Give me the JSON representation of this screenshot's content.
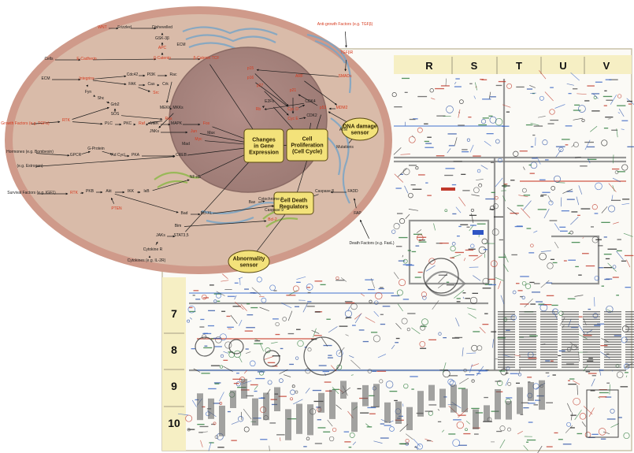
{
  "poster": {
    "column_labels": [
      "R",
      "S",
      "T",
      "U",
      "V"
    ],
    "row_labels": [
      "7",
      "8",
      "9",
      "10"
    ]
  },
  "cell": {
    "nodes": [
      {
        "id": "wnt",
        "label": "WNT",
        "color": "red"
      },
      {
        "id": "frizzled",
        "label": "Frizzled",
        "color": "black"
      },
      {
        "id": "dishevelled",
        "label": "Dishevelled",
        "color": "black"
      },
      {
        "id": "gsk3b",
        "label": "GSK-3β",
        "color": "black"
      },
      {
        "id": "apc",
        "label": "APC",
        "color": "red"
      },
      {
        "id": "bcat1",
        "label": "β-Catenin",
        "color": "red"
      },
      {
        "id": "bcat2",
        "label": "β-Catenin:TCF",
        "color": "red"
      },
      {
        "id": "ecm1",
        "label": "ECM",
        "color": "black"
      },
      {
        "id": "cells",
        "label": "Cells",
        "color": "black"
      },
      {
        "id": "ecad",
        "label": "E-Cadherin",
        "color": "red"
      },
      {
        "id": "ecm",
        "label": "ECM",
        "color": "black"
      },
      {
        "id": "integrins",
        "label": "Integrins",
        "color": "red"
      },
      {
        "id": "cdc42",
        "label": "Cdc42",
        "color": "black"
      },
      {
        "id": "pi3k",
        "label": "PI3K",
        "color": "black"
      },
      {
        "id": "rac",
        "label": "Rac",
        "color": "black"
      },
      {
        "id": "fak",
        "label": "FAK",
        "color": "black"
      },
      {
        "id": "cas",
        "label": "Cas",
        "color": "black"
      },
      {
        "id": "crk",
        "label": "Crk",
        "color": "black"
      },
      {
        "id": "src",
        "label": "Src",
        "color": "red"
      },
      {
        "id": "fyn",
        "label": "Fyn",
        "color": "black"
      },
      {
        "id": "shc",
        "label": "Shc",
        "color": "black"
      },
      {
        "id": "grb2",
        "label": "Grb2",
        "color": "black"
      },
      {
        "id": "sos",
        "label": "SOS",
        "color": "black"
      },
      {
        "id": "ras",
        "label": "Ras",
        "color": "red"
      },
      {
        "id": "rtk",
        "label": "RTK",
        "color": "red"
      },
      {
        "id": "plc",
        "label": "PLC",
        "color": "black"
      },
      {
        "id": "pkc",
        "label": "PKC",
        "color": "black"
      },
      {
        "id": "raf",
        "label": "Raf",
        "color": "red"
      },
      {
        "id": "mek",
        "label": "MEK",
        "color": "black"
      },
      {
        "id": "mapk",
        "label": "MAPK",
        "color": "black"
      },
      {
        "id": "mekk",
        "label": "MEKK",
        "color": "black"
      },
      {
        "id": "mkks",
        "label": "MKKs",
        "color": "black"
      },
      {
        "id": "jnks",
        "label": "JNKs",
        "color": "black"
      },
      {
        "id": "jun",
        "label": "Jun",
        "color": "red"
      },
      {
        "id": "fos",
        "label": "Fos",
        "color": "red"
      },
      {
        "id": "myc",
        "label": "Myc",
        "color": "red"
      },
      {
        "id": "max",
        "label": "Max",
        "color": "black"
      },
      {
        "id": "mad",
        "label": "Mad",
        "color": "black"
      },
      {
        "id": "gf",
        "label": "Growth Factors (e.g. TGFα)",
        "color": "red"
      },
      {
        "id": "hormones",
        "label": "Hormones (e.g. Bombesin)",
        "color": "black"
      },
      {
        "id": "estrogen",
        "label": "(e.g. Estrogen)",
        "color": "black"
      },
      {
        "id": "gpcr",
        "label": "GPCR",
        "color": "black"
      },
      {
        "id": "gprotein",
        "label": "G-Protein",
        "color": "black"
      },
      {
        "id": "adcycl",
        "label": "Ad Cycl",
        "color": "black"
      },
      {
        "id": "pka",
        "label": "PKA",
        "color": "black"
      },
      {
        "id": "creb",
        "label": "CREB",
        "color": "black"
      },
      {
        "id": "survival",
        "label": "Survival Factors (e.g. IGF1)",
        "color": "black"
      },
      {
        "id": "rtk2",
        "label": "RTK",
        "color": "red"
      },
      {
        "id": "akt",
        "label": "Akt",
        "color": "black"
      },
      {
        "id": "ikk",
        "label": "IKK",
        "color": "black"
      },
      {
        "id": "ikb",
        "label": "IκB",
        "color": "black"
      },
      {
        "id": "nfkb",
        "label": "NF-κB",
        "color": "black"
      },
      {
        "id": "pten",
        "label": "PTEN",
        "color": "red"
      },
      {
        "id": "pkb",
        "label": "PKB",
        "color": "black"
      },
      {
        "id": "bad",
        "label": "Bad",
        "color": "black"
      },
      {
        "id": "bclxl",
        "label": "Bcl-XL",
        "color": "black"
      },
      {
        "id": "bcl2",
        "label": "Bcl-2",
        "color": "red"
      },
      {
        "id": "bax",
        "label": "Bax",
        "color": "black"
      },
      {
        "id": "bim",
        "label": "Bim",
        "color": "black"
      },
      {
        "id": "cytc",
        "label": "Cytochrome C",
        "color": "black"
      },
      {
        "id": "cas9",
        "label": "Caspase 9",
        "color": "black"
      },
      {
        "id": "cas8",
        "label": "Caspase 8",
        "color": "black"
      },
      {
        "id": "fadd",
        "label": "FADD",
        "color": "black"
      },
      {
        "id": "fap",
        "label": "FAP",
        "color": "black"
      },
      {
        "id": "death",
        "label": "Death Factors (e.g. FasL)",
        "color": "black"
      },
      {
        "id": "cytokines",
        "label": "Cytokines (e.g. IL-2R)",
        "color": "black"
      },
      {
        "id": "cytrec",
        "label": "Cytokine R",
        "color": "black"
      },
      {
        "id": "jaks",
        "label": "JAKs",
        "color": "black"
      },
      {
        "id": "stat",
        "label": "STAT3,5",
        "color": "black"
      },
      {
        "id": "antigrowth",
        "label": "Anti-growth Factors (e.g. TGFβ)",
        "color": "red"
      },
      {
        "id": "tgfbr",
        "label": "TGFβR",
        "color": "red"
      },
      {
        "id": "smads",
        "label": "SMADs",
        "color": "red"
      },
      {
        "id": "p15",
        "label": "p15",
        "color": "red"
      },
      {
        "id": "p16",
        "label": "p16",
        "color": "red"
      },
      {
        "id": "p27",
        "label": "p27",
        "color": "red"
      },
      {
        "id": "p21",
        "label": "p21",
        "color": "red"
      },
      {
        "id": "cycd",
        "label": "Cyc D",
        "color": "red"
      },
      {
        "id": "cdk4",
        "label": "CDK4",
        "color": "black"
      },
      {
        "id": "cyce",
        "label": "Cyc E",
        "color": "red"
      },
      {
        "id": "cdk2",
        "label": "CDK2",
        "color": "black"
      },
      {
        "id": "rb",
        "label": "Rb",
        "color": "red"
      },
      {
        "id": "e2fs",
        "label": "E2Fs",
        "color": "black"
      },
      {
        "id": "p53",
        "label": "p53",
        "color": "red"
      },
      {
        "id": "mdm2",
        "label": "MDM2",
        "color": "red"
      },
      {
        "id": "arf",
        "label": "ARF",
        "color": "red"
      },
      {
        "id": "atm",
        "label": "ATM",
        "color": "black"
      },
      {
        "id": "mutations",
        "label": "Mutations",
        "color": "black"
      }
    ],
    "boxes": [
      {
        "id": "gene-expr",
        "lines": [
          "Changes",
          "in Gene",
          "Expression"
        ]
      },
      {
        "id": "cell-prolif",
        "lines": [
          "Cell",
          "Proliferation",
          "(Cell Cycle)"
        ]
      },
      {
        "id": "dna-damage",
        "lines": [
          "DNA damage",
          "sensor"
        ]
      },
      {
        "id": "cell-death",
        "lines": [
          "Cell Death",
          "Regulators"
        ]
      },
      {
        "id": "abnormality",
        "lines": [
          "Abnormality",
          "sensor"
        ]
      }
    ]
  }
}
